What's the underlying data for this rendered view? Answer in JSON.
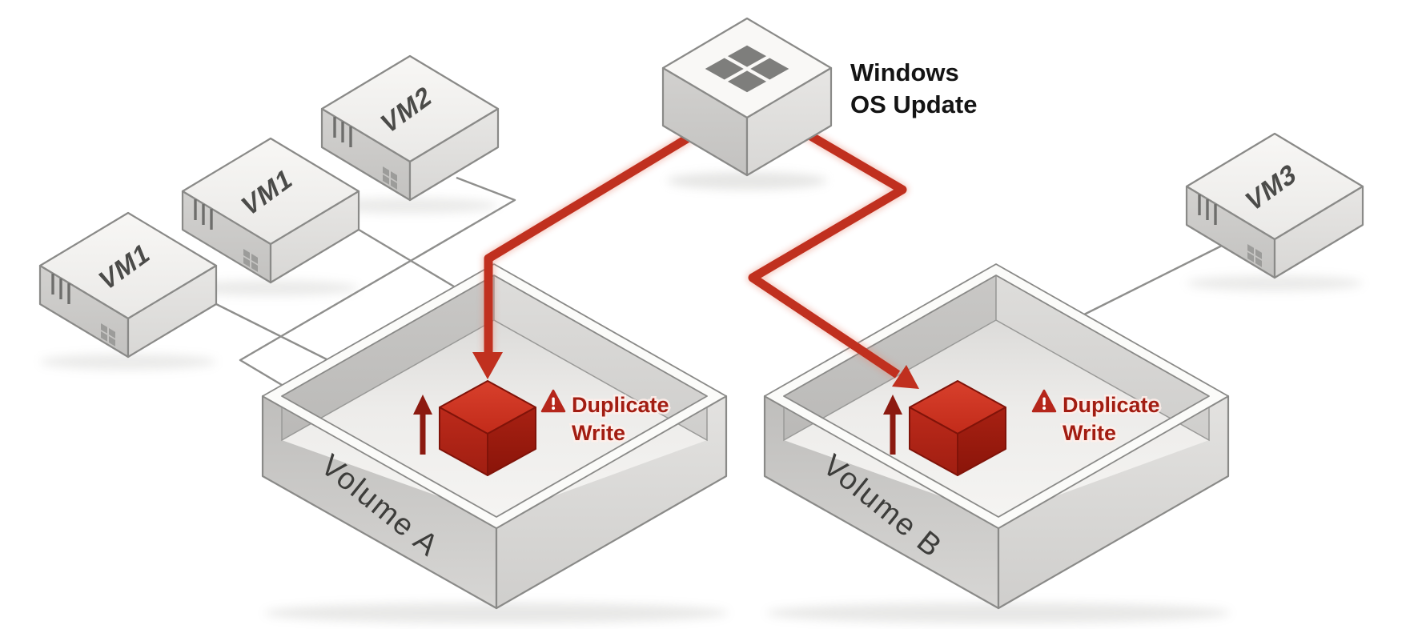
{
  "update_source": {
    "line1": "Windows",
    "line2": "OS Update",
    "icon": "windows-logo-icon"
  },
  "vms": [
    {
      "id": "vm1-left",
      "label": "VM1"
    },
    {
      "id": "vm1-middle",
      "label": "VM1"
    },
    {
      "id": "vm2",
      "label": "VM2"
    },
    {
      "id": "vm3",
      "label": "VM3"
    }
  ],
  "volumes": [
    {
      "id": "volume-a",
      "label": "Volume A",
      "warning": {
        "icon": "warning-icon",
        "line1": "Duplicate",
        "line2": "Write"
      }
    },
    {
      "id": "volume-b",
      "label": "Volume B",
      "warning": {
        "icon": "warning-icon",
        "line1": "Duplicate",
        "line2": "Write"
      }
    }
  ],
  "colors": {
    "arrow_red": "#c0301f",
    "cube_red_top": "#d13420",
    "cube_red_left": "#b3271a",
    "cube_red_right": "#9a1c10",
    "warning_red": "#a21d12",
    "up_arrow_red": "#8c1a10",
    "title_text": "#141414",
    "vm_label_gray": "#4b4b49",
    "volume_label_gray": "#3d3d3b",
    "connector_gray": "#8f8f8d",
    "box_outline_gray": "#8a8a88"
  }
}
